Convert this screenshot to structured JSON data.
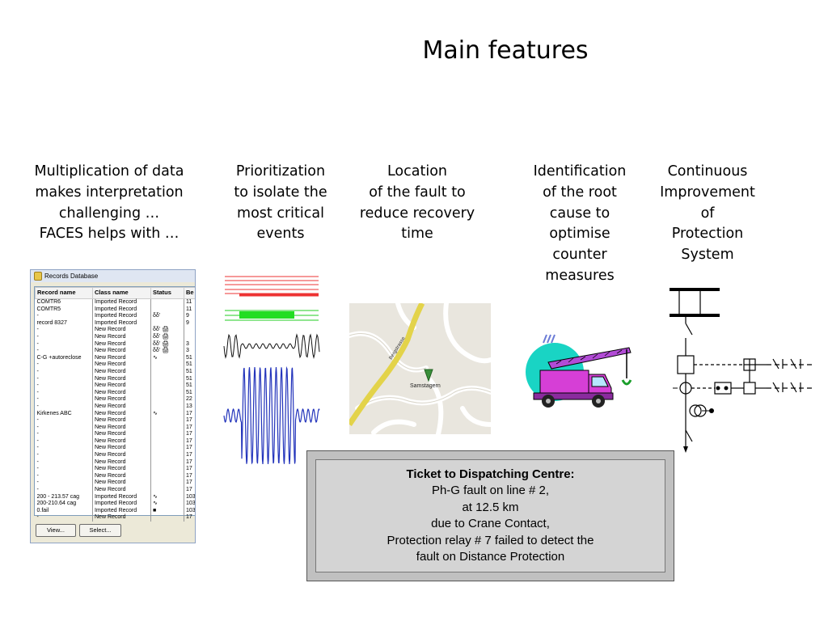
{
  "slide": {
    "title": "Main features"
  },
  "features": [
    {
      "lines": [
        "Multiplication of data",
        "makes interpretation",
        "challenging …",
        "FACES helps with …"
      ]
    },
    {
      "lines": [
        "Prioritization",
        "to isolate the",
        "most critical",
        "events"
      ]
    },
    {
      "lines": [
        "Location",
        "of the fault to",
        "reduce recovery",
        "time"
      ]
    },
    {
      "lines": [
        "Identification",
        "of the root",
        "cause to",
        "optimise",
        "counter",
        "measures"
      ]
    },
    {
      "lines": [
        "Continuous",
        "Improvement",
        "of",
        "Protection",
        "System"
      ]
    }
  ],
  "records_window": {
    "title": "Records Database",
    "columns": [
      "Record name",
      "Class name",
      "Status",
      "Be"
    ],
    "rows": [
      {
        "name": "COMTR6",
        "class": "Imported Record",
        "status": "",
        "be": "11"
      },
      {
        "name": "COMTR5",
        "class": "Imported Record",
        "status": "",
        "be": "11"
      },
      {
        "name": "-",
        "class": "Imported Record",
        "status": "δδ'",
        "be": "9"
      },
      {
        "name": "record 8327",
        "class": "Imported Record",
        "status": "",
        "be": "9"
      },
      {
        "name": "-",
        "class": "New Record",
        "status": "δδ' 🖨",
        "be": ""
      },
      {
        "name": "-",
        "class": "New Record",
        "status": "δδ' 🖨",
        "be": ""
      },
      {
        "name": "-",
        "class": "New Record",
        "status": "δδ' 🖨",
        "be": "3"
      },
      {
        "name": "-",
        "class": "New Record",
        "status": "δδ' 🖨",
        "be": "3"
      },
      {
        "name": "C-G +autoreclose",
        "class": "New Record",
        "status": "∿",
        "be": "51"
      },
      {
        "name": "-",
        "class": "New Record",
        "status": "",
        "be": "51"
      },
      {
        "name": "-",
        "class": "New Record",
        "status": "",
        "be": "51"
      },
      {
        "name": "-",
        "class": "New Record",
        "status": "",
        "be": "51"
      },
      {
        "name": "-",
        "class": "New Record",
        "status": "",
        "be": "51"
      },
      {
        "name": "-",
        "class": "New Record",
        "status": "",
        "be": "51"
      },
      {
        "name": "-",
        "class": "New Record",
        "status": "",
        "be": "22"
      },
      {
        "name": "-",
        "class": "New Record",
        "status": "",
        "be": "13"
      },
      {
        "name": "Kirkenes ABC",
        "class": "New Record",
        "status": "∿",
        "be": "17"
      },
      {
        "name": "-",
        "class": "New Record",
        "status": "",
        "be": "17"
      },
      {
        "name": "-",
        "class": "New Record",
        "status": "",
        "be": "17"
      },
      {
        "name": "-",
        "class": "New Record",
        "status": "",
        "be": "17"
      },
      {
        "name": "-",
        "class": "New Record",
        "status": "",
        "be": "17"
      },
      {
        "name": "-",
        "class": "New Record",
        "status": "",
        "be": "17"
      },
      {
        "name": "-",
        "class": "New Record",
        "status": "",
        "be": "17"
      },
      {
        "name": "-",
        "class": "New Record",
        "status": "",
        "be": "17"
      },
      {
        "name": "-",
        "class": "New Record",
        "status": "",
        "be": "17"
      },
      {
        "name": "-",
        "class": "New Record",
        "status": "",
        "be": "17"
      },
      {
        "name": "-",
        "class": "New Record",
        "status": "",
        "be": "17"
      },
      {
        "name": "-",
        "class": "New Record",
        "status": "",
        "be": "17"
      },
      {
        "name": "200 - 213.57 cag",
        "class": "Imported Record",
        "status": "∿",
        "be": "103"
      },
      {
        "name": "200-210.64 cag",
        "class": "Imported Record",
        "status": "∿",
        "be": "103"
      },
      {
        "name": "0.fail",
        "class": "Imported Record",
        "status": "■",
        "be": "103"
      },
      {
        "name": "-",
        "class": "New Record",
        "status": "",
        "be": "17"
      }
    ],
    "buttons": {
      "view": "View...",
      "select": "Select..."
    }
  },
  "map": {
    "labels": {
      "street_main": "Bergstrasse",
      "place": "Samstagern"
    }
  },
  "ticket": {
    "heading": "Ticket to Dispatching Centre:",
    "lines": [
      "Ph-G fault on line # 2,",
      "at 12.5 km",
      "due to Crane Contact,",
      "Protection relay # 7 failed to detect the",
      "fault on Distance Protection"
    ]
  }
}
